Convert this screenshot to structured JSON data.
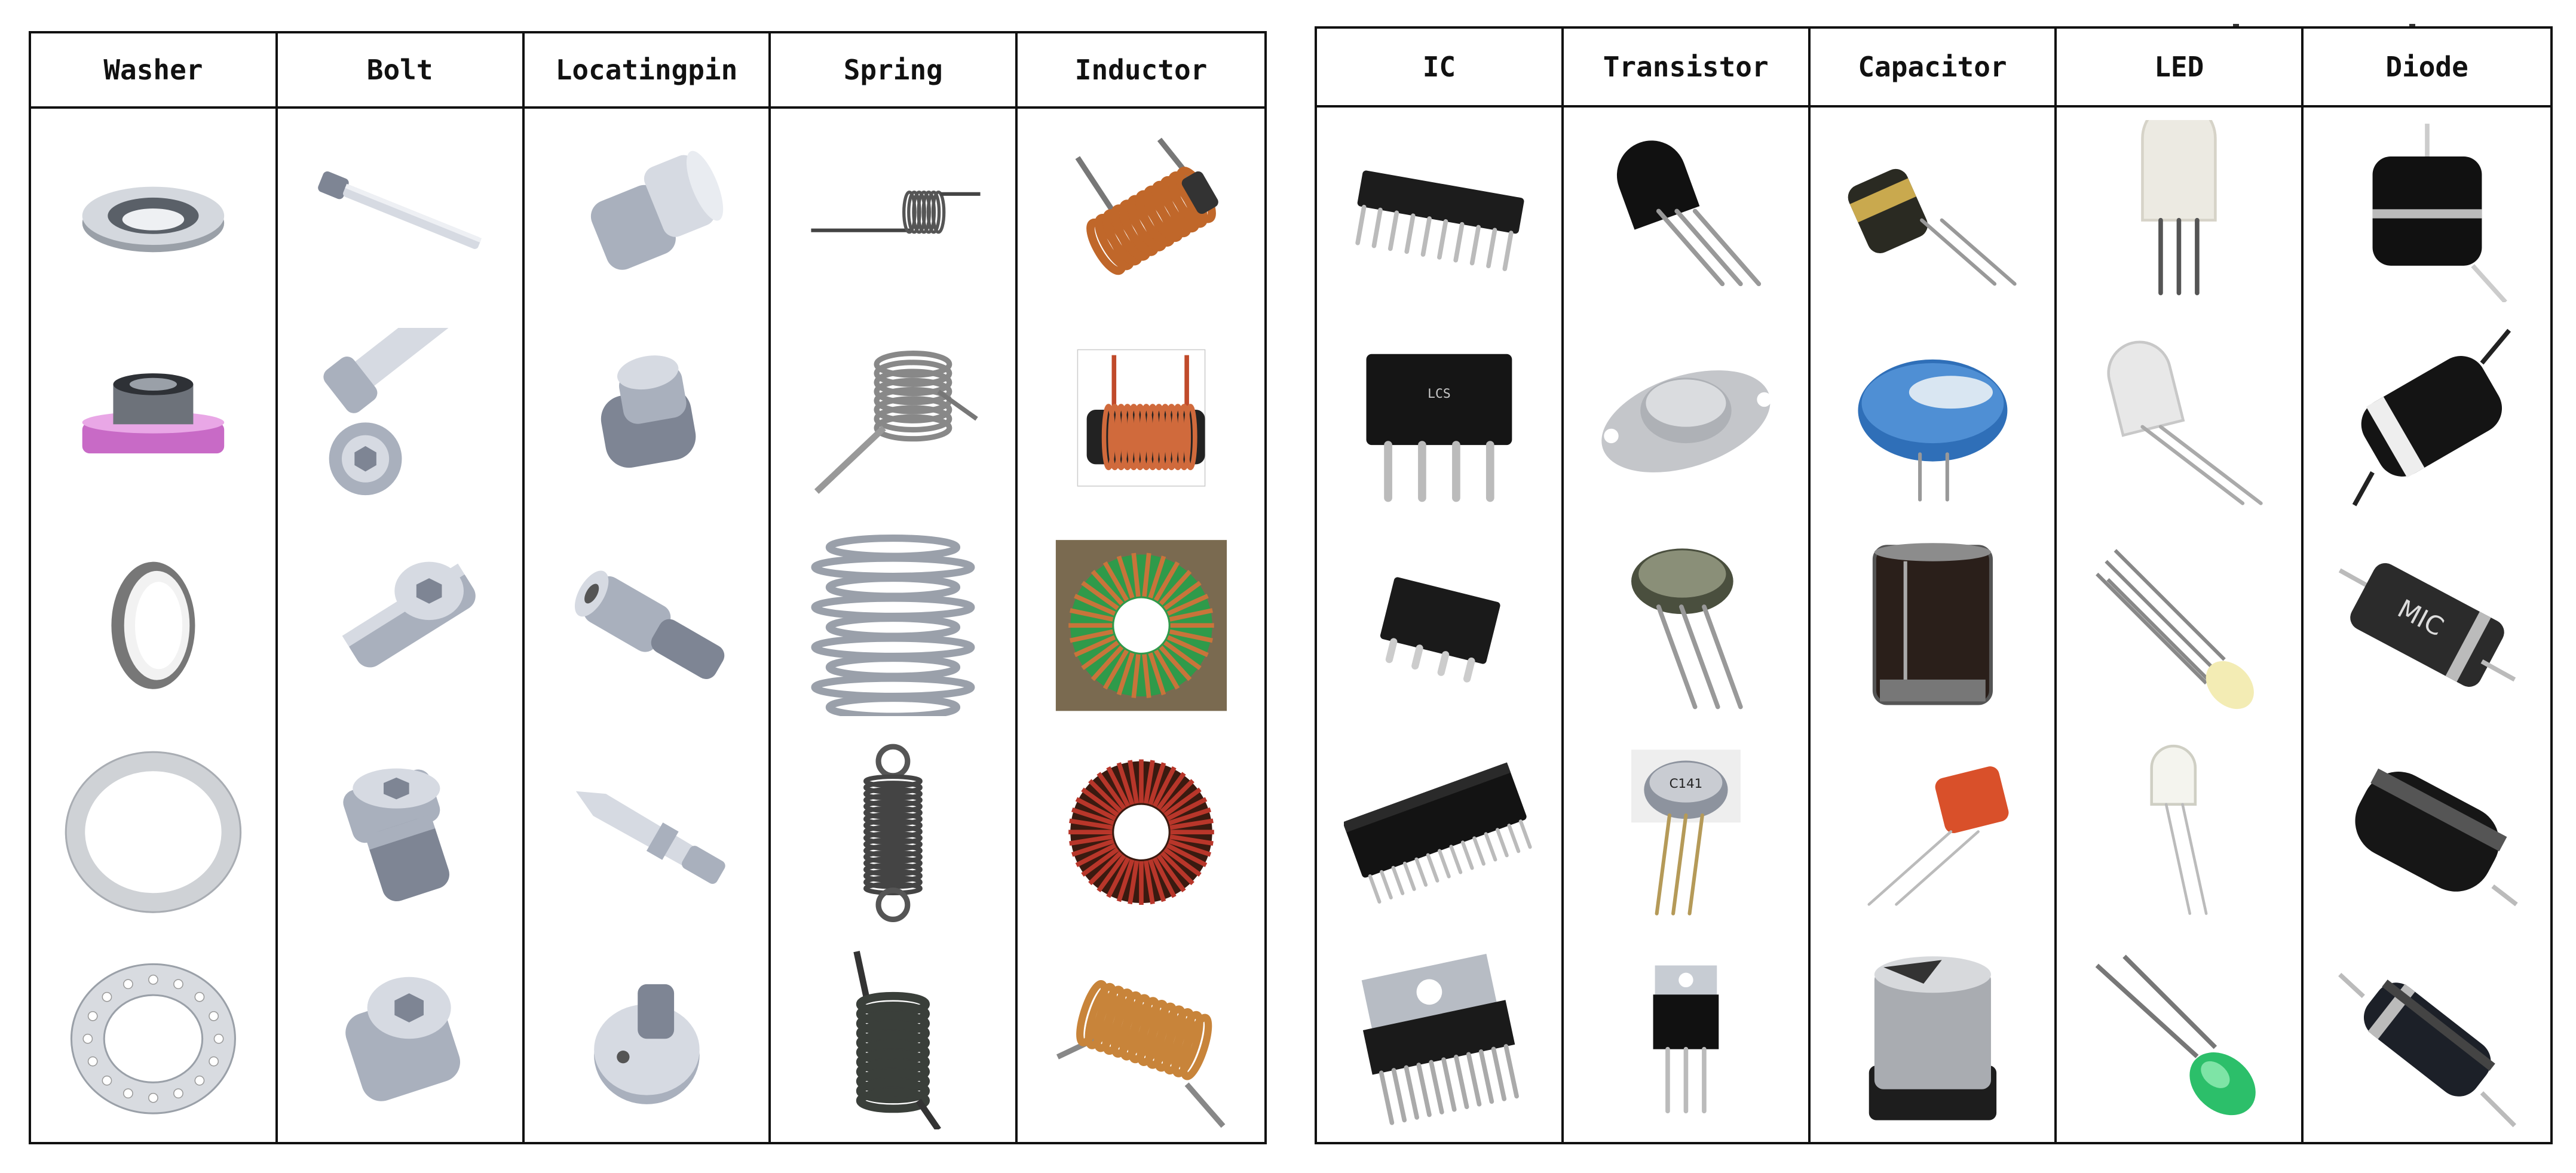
{
  "mechanical_table": {
    "headers": [
      "Washer",
      "Bolt",
      "Locatingpin",
      "Spring",
      "Inductor"
    ],
    "rows": [
      [
        "washer-flat-icon",
        "bolt-long-icon",
        "pin-stepped-icon",
        "spring-torsion-flat-icon",
        "inductor-axial-icon"
      ],
      [
        "washer-flanged-icon",
        "bolt-hex-socket-icon",
        "pin-short-icon",
        "spring-torsion-icon",
        "inductor-rod-icon"
      ],
      [
        "washer-ring-icon",
        "bolt-socket-head-icon",
        "pin-hollow-icon",
        "spring-conical-icon",
        "inductor-toroid-green-icon"
      ],
      [
        "washer-thin-ring-icon",
        "bolt-short-icon",
        "pin-tapered-icon",
        "spring-extension-icon",
        "inductor-toroid-icon"
      ],
      [
        "washer-perforated-icon",
        "bolt-cap-icon",
        "pin-flanged-icon",
        "spring-dark-coil-icon",
        "inductor-coil-icon"
      ]
    ]
  },
  "electronic_table": {
    "headers": [
      "IC",
      "Transistor",
      "Capacitor",
      "LED",
      "Diode"
    ],
    "rows": [
      [
        "ic-dip-long-icon",
        "transistor-to92-icon",
        "capacitor-electrolytic-small-icon",
        "led-white-icon",
        "diode-large-icon"
      ],
      [
        "ic-dip8-icon",
        "transistor-to3-icon",
        "capacitor-ceramic-blue-icon",
        "led-clear-icon",
        "diode-power-icon"
      ],
      [
        "ic-soic-icon",
        "transistor-metal-can-icon",
        "capacitor-electrolytic-large-icon",
        "led-rgb-icon",
        "diode-glass-icon"
      ],
      [
        "ic-dip-wide-icon",
        "transistor-metal-small-icon",
        "capacitor-film-icon",
        "led-small-icon",
        "diode-black-icon"
      ],
      [
        "ic-power-icon",
        "transistor-to220-icon",
        "capacitor-smd-icon",
        "led-green-icon",
        "diode-black-small-icon"
      ]
    ]
  }
}
